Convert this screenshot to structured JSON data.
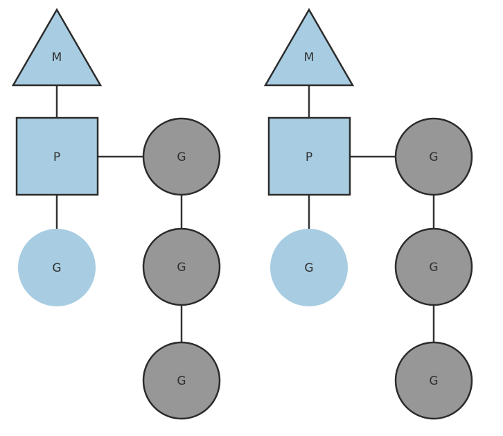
{
  "colors": {
    "light_blue": "#a8cde2",
    "running_gray": "#979797",
    "stroke": "#2b2b2b",
    "connector": "#333333"
  },
  "diagrams": [
    {
      "machine": {
        "label": "M"
      },
      "processor": {
        "label": "P"
      },
      "current_goroutine": {
        "label": "G"
      },
      "queue": [
        {
          "label": "G"
        },
        {
          "label": "G"
        },
        {
          "label": "G"
        }
      ]
    },
    {
      "machine": {
        "label": "M"
      },
      "processor": {
        "label": "P"
      },
      "current_goroutine": {
        "label": "G"
      },
      "queue": [
        {
          "label": "G"
        },
        {
          "label": "G"
        },
        {
          "label": "G"
        }
      ]
    }
  ]
}
